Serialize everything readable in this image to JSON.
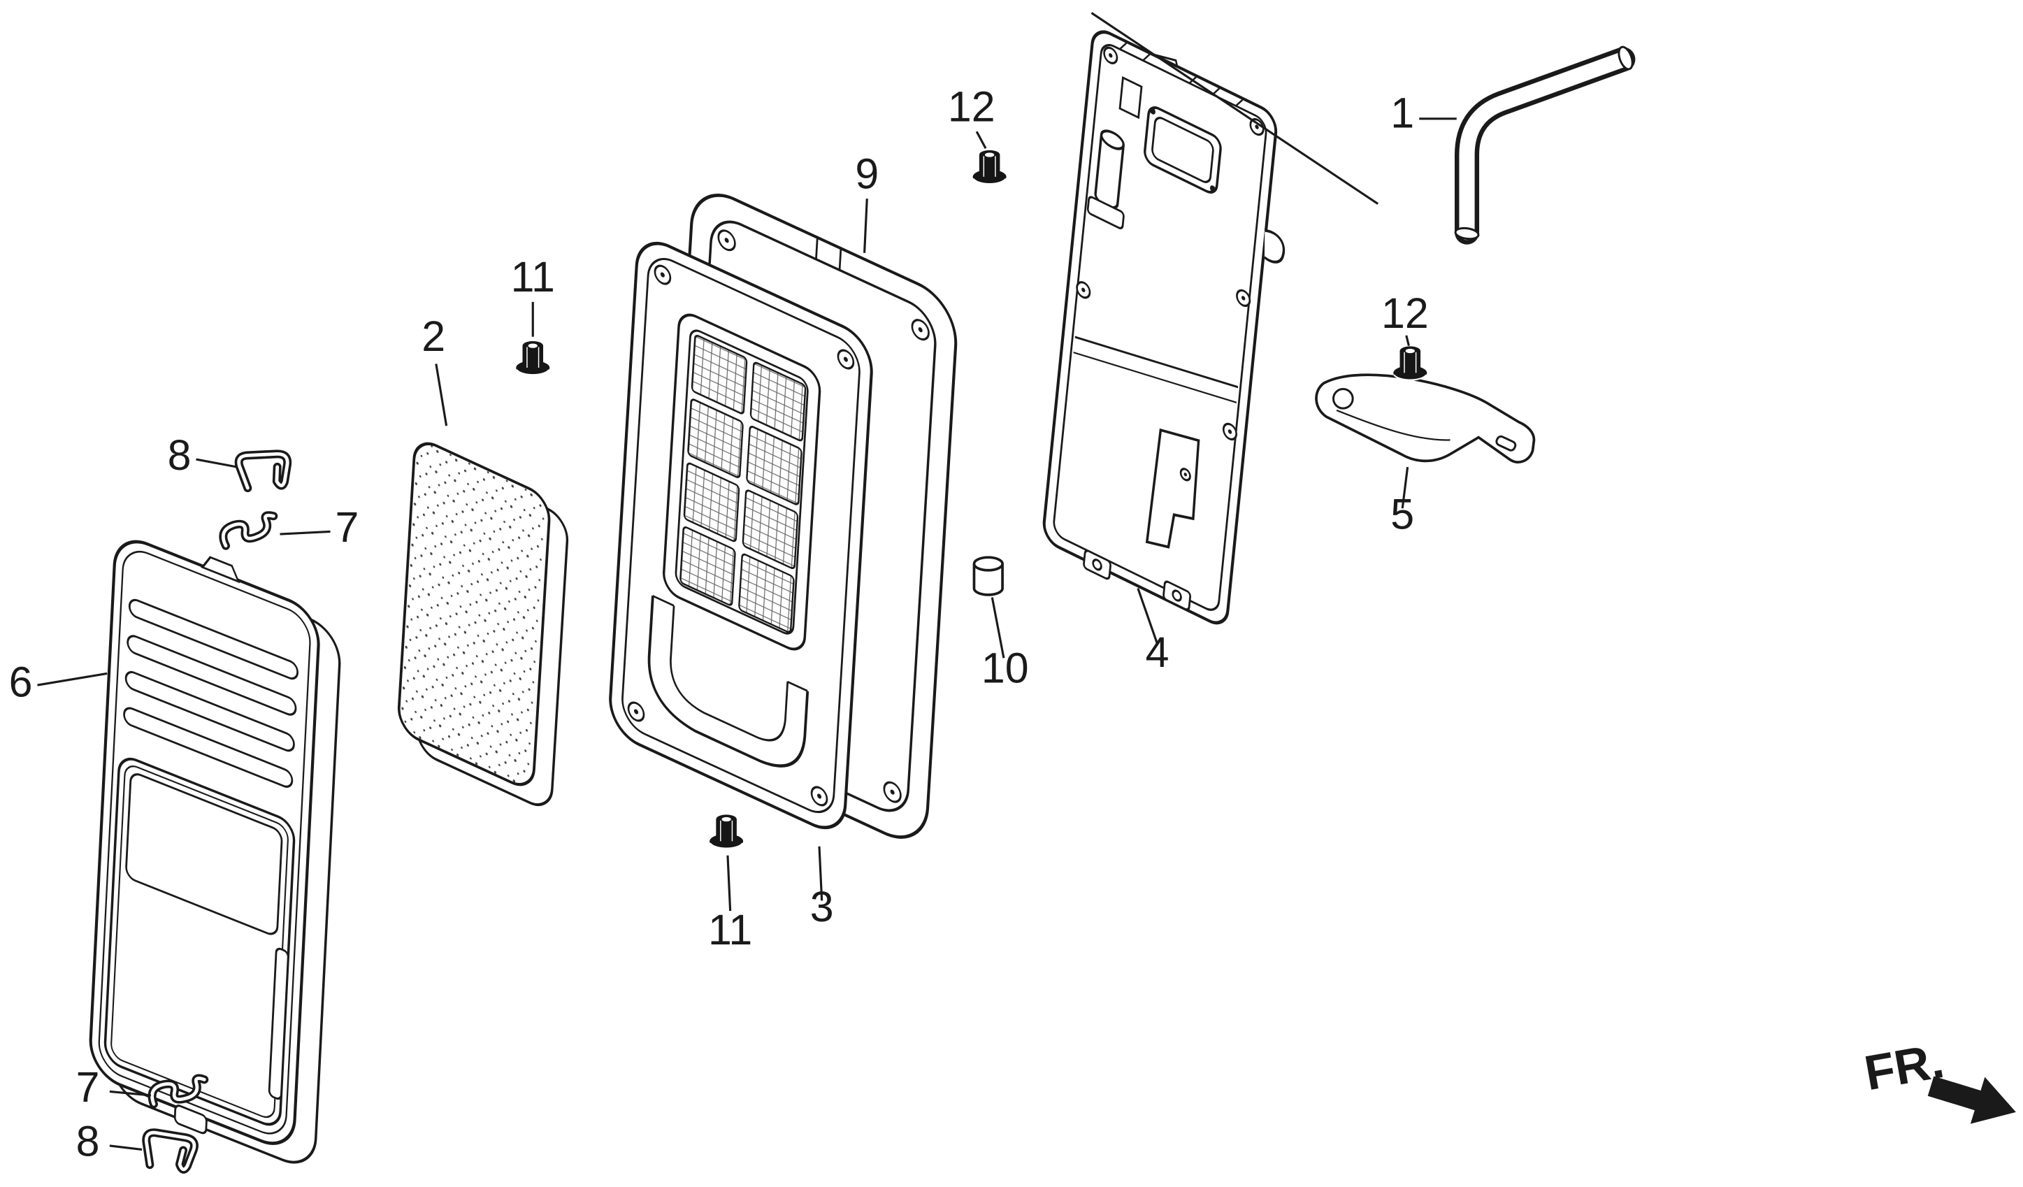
{
  "diagram": {
    "type": "exploded-parts-diagram",
    "colors": {
      "background": "#ffffff",
      "line": "#1a1a1a"
    },
    "fr_indicator": {
      "label": "FR."
    },
    "part_labels": [
      {
        "id": "label-1",
        "text": "1"
      },
      {
        "id": "label-2",
        "text": "2"
      },
      {
        "id": "label-3",
        "text": "3"
      },
      {
        "id": "label-4",
        "text": "4"
      },
      {
        "id": "label-5",
        "text": "5"
      },
      {
        "id": "label-6",
        "text": "6"
      },
      {
        "id": "label-7-upper",
        "text": "7"
      },
      {
        "id": "label-7-lower",
        "text": "7"
      },
      {
        "id": "label-8-upper",
        "text": "8"
      },
      {
        "id": "label-8-lower",
        "text": "8"
      },
      {
        "id": "label-9",
        "text": "9"
      },
      {
        "id": "label-10",
        "text": "10"
      },
      {
        "id": "label-11-upper",
        "text": "11"
      },
      {
        "id": "label-11-lower",
        "text": "11"
      },
      {
        "id": "label-12-left",
        "text": "12"
      },
      {
        "id": "label-12-right",
        "text": "12"
      }
    ]
  }
}
